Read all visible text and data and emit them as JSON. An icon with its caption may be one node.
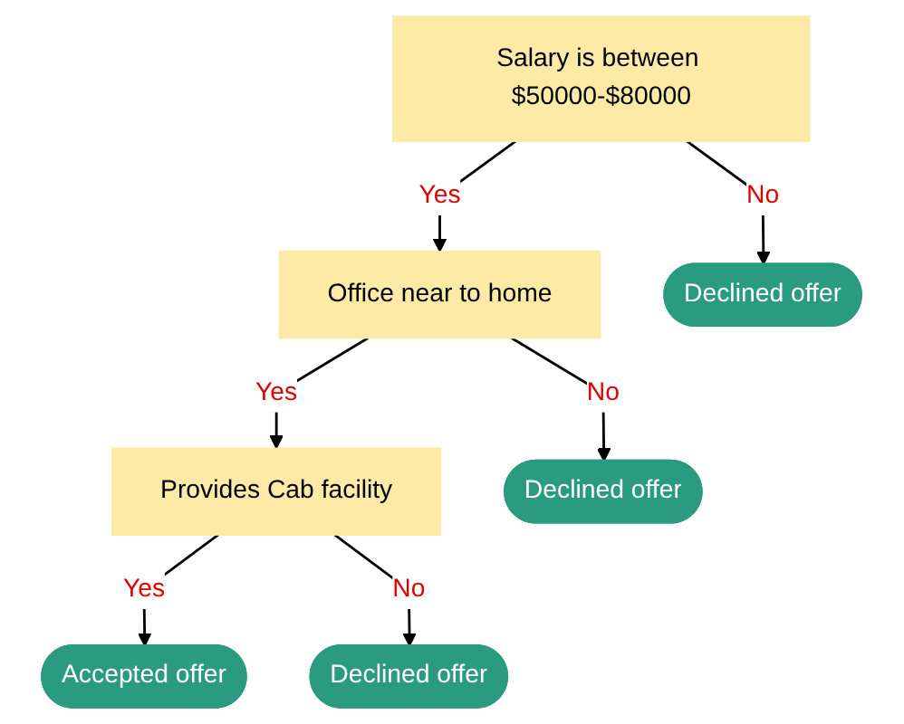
{
  "diagram": {
    "nodes": [
      {
        "text": [
          "Salary is between $50000-$80000"
        ]
      },
      {
        "text": [
          "Office near to home"
        ]
      },
      {
        "text": [
          "Declined offer"
        ]
      },
      {
        "text": [
          "Provides Cab facility"
        ]
      },
      {
        "text": [
          "Declined offer"
        ]
      },
      {
        "text": [
          "Accepted offer"
        ]
      },
      {
        "text": [
          "Declined offer"
        ]
      }
    ],
    "edges": [
      {
        "from": 0,
        "to": 1,
        "arrow": "to",
        "label": "Yes"
      },
      {
        "from": 0,
        "to": 2,
        "arrow": "to",
        "label": "No"
      },
      {
        "from": 1,
        "to": 3,
        "arrow": "to",
        "label": "Yes"
      },
      {
        "from": 1,
        "to": 4,
        "arrow": "to",
        "label": "No"
      },
      {
        "from": 3,
        "to": 5,
        "arrow": "to",
        "label": "Yes"
      },
      {
        "from": 3,
        "to": 6,
        "arrow": "to",
        "label": "No"
      }
    ]
  }
}
